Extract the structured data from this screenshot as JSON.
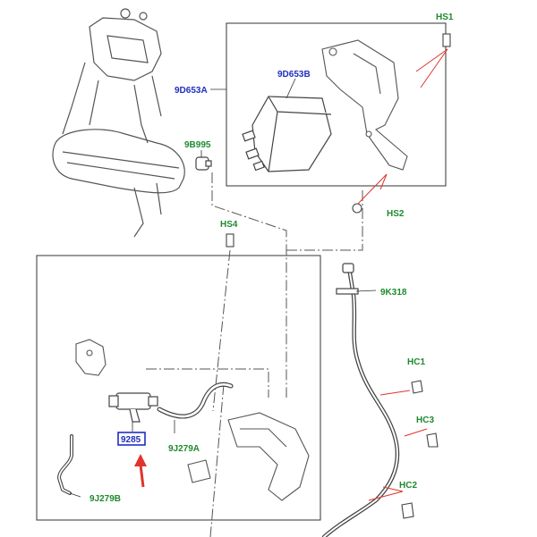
{
  "colors": {
    "line": "#333333",
    "part": "#555555",
    "callout_red": "#e0342c",
    "label_blue": "#1f2fbf",
    "label_green": "#1e8a2e",
    "highlight_box": "#1f2fbf",
    "highlight_arrow": "#e0342c"
  },
  "labels": {
    "hs1": "HS1",
    "n9d653a": "9D653A",
    "n9d653b": "9D653B",
    "n9b995": "9B995",
    "hs2": "HS2",
    "hs4": "HS4",
    "n9k318": "9K318",
    "hc1": "HC1",
    "hc3": "HC3",
    "hc2": "HC2",
    "n9285": "9285",
    "n9j279a": "9J279A",
    "n9j279b": "9J279B"
  }
}
